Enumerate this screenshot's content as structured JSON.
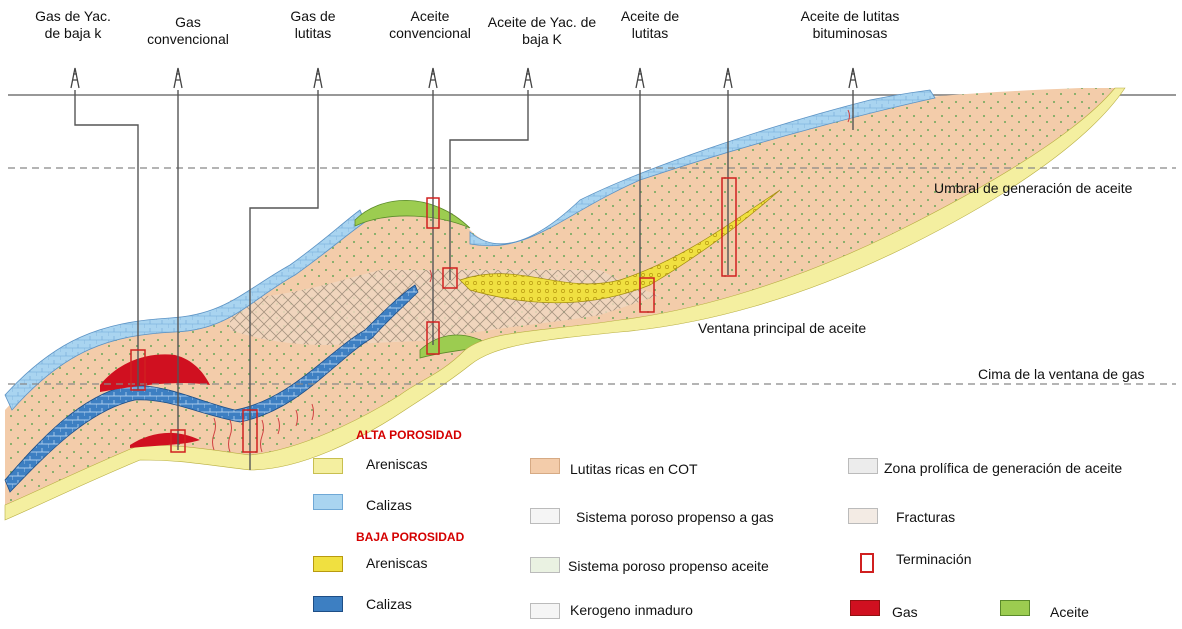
{
  "wells": [
    {
      "id": "gas-yac-baja-k",
      "line1": "Gas de Yac.",
      "line2": "de baja k"
    },
    {
      "id": "gas-convencional",
      "line1": "Gas",
      "line2": "convencional"
    },
    {
      "id": "gas-lutitas",
      "line1": "Gas de",
      "line2": "lutitas"
    },
    {
      "id": "aceite-convencional",
      "line1": "Aceite",
      "line2": "convencional"
    },
    {
      "id": "aceite-yac-baja-k",
      "line1": "Aceite de Yac. de",
      "line2": "baja K"
    },
    {
      "id": "aceite-lutitas",
      "line1": "Aceite de",
      "line2": "lutitas"
    },
    {
      "id": "aceite-lutitas-bituminosas",
      "line1": "Aceite de lutitas",
      "line2": "bituminosas"
    }
  ],
  "thresholds": {
    "umbral": "Umbral de generación de aceite",
    "ventana_principal": "Ventana principal de aceite",
    "cima_gas": "Cima de la ventana de gas"
  },
  "legend": {
    "alta_porosidad": "ALTA POROSIDAD",
    "baja_porosidad": "BAJA POROSIDAD",
    "areniscas_alta": "Areniscas",
    "calizas_alta": "Calizas",
    "areniscas_baja": "Areniscas",
    "calizas_baja": "Calizas",
    "lutitas_cot": "Lutitas ricas en COT",
    "sistema_gas": "Sistema  poroso propenso a  gas",
    "sistema_aceite": "Sistema poroso propenso aceite",
    "kerogeno": "Kerogeno inmaduro",
    "zona_prolifica": "Zona prolífica de generación de aceite",
    "fracturas": "Fracturas",
    "terminacion": "Terminación",
    "gas": "Gas",
    "aceite": "Aceite"
  },
  "colors": {
    "lutitas": "#f3ccaa",
    "calizas_alta": "#a9d4f0",
    "calizas_baja": "#3d7fc2",
    "areniscas_alta": "#f4efa0",
    "areniscas_baja": "#f0e040",
    "gas": "#d01020",
    "aceite": "#9ccc50",
    "terminacion": "#d02020",
    "threshold_line": "#888888"
  },
  "icons": {
    "well_head": "derrick-icon"
  }
}
